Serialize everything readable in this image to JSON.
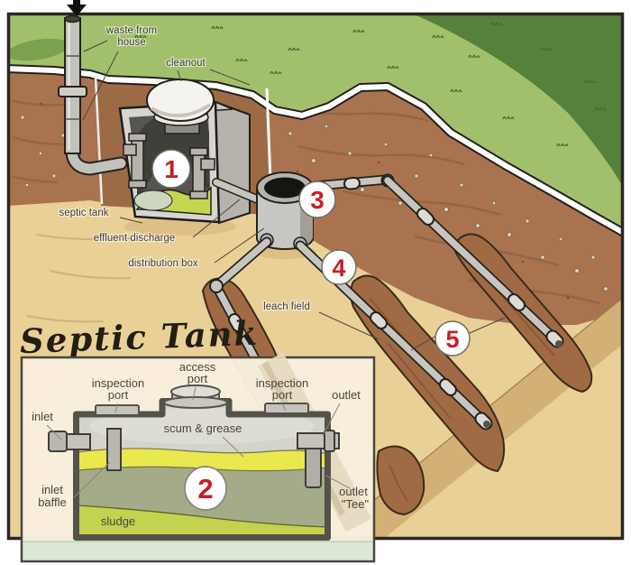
{
  "diagram": {
    "type": "septic-system-cutaway-illustration",
    "title": "Septic Tank",
    "main_labels": {
      "waste_from_house_line1": "waste from",
      "waste_from_house_line2": "house",
      "cleanout": "cleanout",
      "septic_tank": "septic tank",
      "effluent_discharge": "effluent discharge",
      "distribution_box": "distribution box",
      "leach_field": "leach field"
    },
    "badges": {
      "septic_tank_num": "1",
      "tank_interior_num": "2",
      "distribution_box_num": "3",
      "effluent_pipe_num": "4",
      "leach_pipes_num": "5"
    },
    "inset_labels": {
      "inspection_port_left_line1": "inspection",
      "inspection_port_left_line2": "port",
      "access_port_line1": "access",
      "access_port_line2": "port",
      "inspection_port_right_line1": "inspection",
      "inspection_port_right_line2": "port",
      "outlet": "outlet",
      "inlet": "inlet",
      "scum_and_grease": "scum & grease",
      "inlet_baffle_line1": "inlet",
      "inlet_baffle_line2": "baffle",
      "sludge": "sludge",
      "outlet_tee_line1": "outlet",
      "outlet_tee_line2": "\"Tee\""
    },
    "colors": {
      "grass_light": "#a2c06b",
      "grass_dark": "#55813c",
      "soil_brown": "#a97350",
      "soil_dark_streak": "#8a5a3a",
      "pit_tan": "#e9d096",
      "sand_side": "#d3b176",
      "trench_brown": "#a06a45",
      "pipe_grey": "#c7c5bf",
      "badge_red": "#c2202a",
      "inset_cream": "#f7f0de",
      "scum_yellow": "#e9e84e",
      "tank_olive": "#a3ab88",
      "sludge_green": "#c3d24f"
    }
  }
}
